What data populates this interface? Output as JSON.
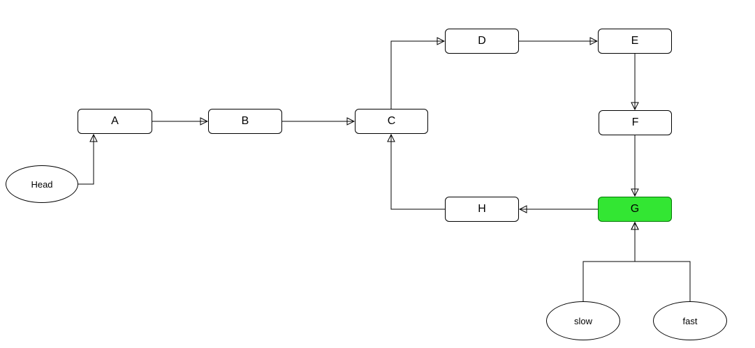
{
  "diagram": {
    "title": "linked-list-with-cycle",
    "colors": {
      "background": "#ffffff",
      "node_fill": "#ffffff",
      "node_stroke": "#000000",
      "highlight_fill": "#33e633",
      "highlight_stroke": "#007700"
    },
    "nodes": {
      "head": {
        "label": "Head",
        "shape": "ellipse"
      },
      "a": {
        "label": "A",
        "shape": "box"
      },
      "b": {
        "label": "B",
        "shape": "box"
      },
      "c": {
        "label": "C",
        "shape": "box"
      },
      "d": {
        "label": "D",
        "shape": "box"
      },
      "e": {
        "label": "E",
        "shape": "box"
      },
      "f": {
        "label": "F",
        "shape": "box"
      },
      "g": {
        "label": "G",
        "shape": "box",
        "fill": "#33e633"
      },
      "h": {
        "label": "H",
        "shape": "box"
      },
      "slow": {
        "label": "slow",
        "shape": "ellipse"
      },
      "fast": {
        "label": "fast",
        "shape": "ellipse"
      }
    },
    "edges": [
      {
        "from": "Head",
        "to": "A"
      },
      {
        "from": "A",
        "to": "B"
      },
      {
        "from": "B",
        "to": "C"
      },
      {
        "from": "C",
        "to": "D"
      },
      {
        "from": "D",
        "to": "E"
      },
      {
        "from": "E",
        "to": "F"
      },
      {
        "from": "F",
        "to": "G"
      },
      {
        "from": "G",
        "to": "H"
      },
      {
        "from": "H",
        "to": "C"
      },
      {
        "from": "slow",
        "to": "G"
      },
      {
        "from": "fast",
        "to": "G"
      }
    ]
  }
}
